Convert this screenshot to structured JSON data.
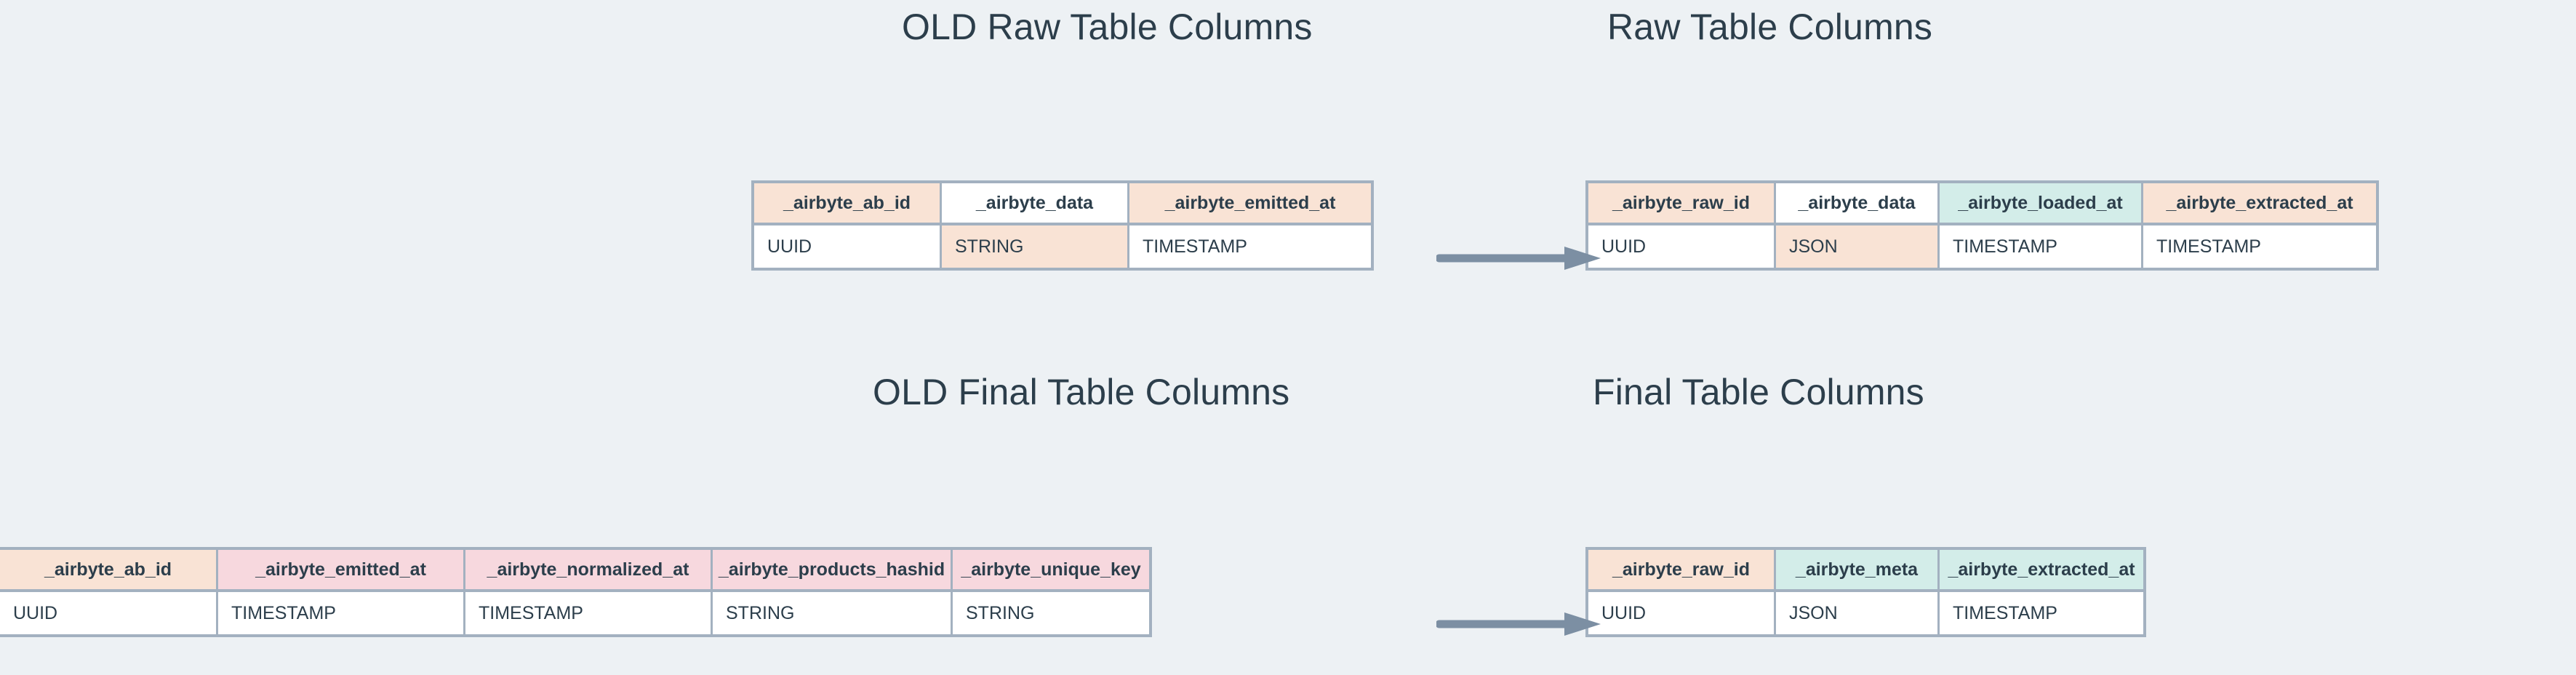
{
  "page": {
    "background_color": "#EDF1F4",
    "text_color": "#2C3E4B",
    "border_color": "#A3B1C0",
    "highlight_added_color": "#D3EDE9",
    "highlight_changed_color": "#F9E3D5",
    "highlight_removed_color": "#F7D8DE"
  },
  "titles": {
    "old_raw": "OLD Raw Table Columns",
    "new_raw": "Raw Table Columns",
    "old_final": "OLD Final Table Columns",
    "new_final": "Final Table Columns"
  },
  "tables": {
    "old_raw": {
      "columns": [
        {
          "name": "_airbyte_ab_id",
          "type": "UUID",
          "header_highlight": "peach",
          "value_highlight": "none"
        },
        {
          "name": "_airbyte_data",
          "type": "STRING",
          "header_highlight": "none",
          "value_highlight": "peach"
        },
        {
          "name": "_airbyte_emitted_at",
          "type": "TIMESTAMP",
          "header_highlight": "peach",
          "value_highlight": "none"
        }
      ]
    },
    "new_raw": {
      "columns": [
        {
          "name": "_airbyte_raw_id",
          "type": "UUID",
          "header_highlight": "peach",
          "value_highlight": "none"
        },
        {
          "name": "_airbyte_data",
          "type": "JSON",
          "header_highlight": "none",
          "value_highlight": "peach"
        },
        {
          "name": "_airbyte_loaded_at",
          "type": "TIMESTAMP",
          "header_highlight": "mint",
          "value_highlight": "none"
        },
        {
          "name": "_airbyte_extracted_at",
          "type": "TIMESTAMP",
          "header_highlight": "peach",
          "value_highlight": "none"
        }
      ]
    },
    "old_final": {
      "columns": [
        {
          "name": "_airbyte_ab_id",
          "type": "UUID",
          "header_highlight": "peach",
          "value_highlight": "none"
        },
        {
          "name": "_airbyte_emitted_at",
          "type": "TIMESTAMP",
          "header_highlight": "pink",
          "value_highlight": "none"
        },
        {
          "name": "_airbyte_normalized_at",
          "type": "TIMESTAMP",
          "header_highlight": "pink",
          "value_highlight": "none"
        },
        {
          "name": "_airbyte_products_hashid",
          "type": "STRING",
          "header_highlight": "pink",
          "value_highlight": "none"
        },
        {
          "name": "_airbyte_unique_key",
          "type": "STRING",
          "header_highlight": "pink",
          "value_highlight": "none"
        }
      ]
    },
    "new_final": {
      "columns": [
        {
          "name": "_airbyte_raw_id",
          "type": "UUID",
          "header_highlight": "peach",
          "value_highlight": "none"
        },
        {
          "name": "_airbyte_meta",
          "type": "JSON",
          "header_highlight": "mint",
          "value_highlight": "none"
        },
        {
          "name": "_airbyte_extracted_at",
          "type": "TIMESTAMP",
          "header_highlight": "mint",
          "value_highlight": "none"
        }
      ]
    }
  },
  "arrows": {
    "top": {
      "label": "",
      "color": "#7C8FA3",
      "direction": "right"
    },
    "bottom": {
      "label": "",
      "color": "#7C8FA3",
      "direction": "right"
    }
  },
  "layout": {
    "old_raw_widths": [
      258,
      258,
      332
    ],
    "new_raw_widths": [
      258,
      225,
      280,
      320
    ],
    "old_final_widths": [
      300,
      340,
      340,
      330,
      270
    ],
    "new_final_widths": [
      258,
      225,
      280
    ]
  }
}
